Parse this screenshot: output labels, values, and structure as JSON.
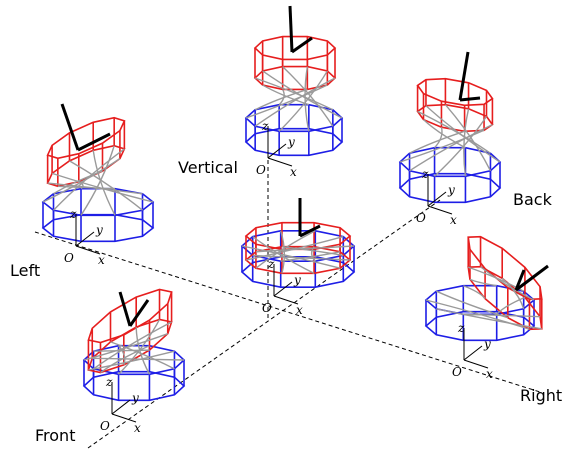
{
  "colors": {
    "base": "#1e1ee6",
    "top": "#e61e1e",
    "cable": "#9a9a9a",
    "pointer": "#000000",
    "guide": "#000000"
  },
  "labels": {
    "vertical": "Vertical",
    "back": "Back",
    "left": "Left",
    "right": "Right",
    "front": "Front"
  },
  "axis_letters": {
    "x": "x",
    "y": "y",
    "z": "z",
    "origin": "O"
  },
  "robots": [
    {
      "key": "vertical",
      "tilt": "upright"
    },
    {
      "key": "back",
      "tilt": "toward-back"
    },
    {
      "key": "left",
      "tilt": "toward-left"
    },
    {
      "key": "center",
      "tilt": "twisted"
    },
    {
      "key": "right",
      "tilt": "toward-right"
    },
    {
      "key": "front",
      "tilt": "toward-front"
    }
  ]
}
